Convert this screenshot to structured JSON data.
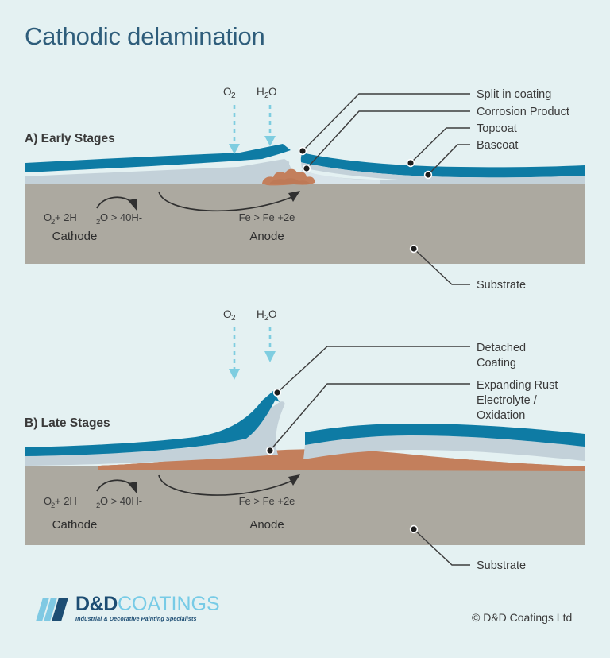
{
  "title": "Cathodic delamination",
  "colors": {
    "background": "#e4f1f2",
    "title": "#2e5d7b",
    "topcoat": "#0e7ba4",
    "basecoat": "#c3d1d9",
    "substrate": "#aca9a0",
    "rust": "#c37f5c",
    "gas_arrow": "#7ecde0",
    "leader": "#3d3d3d",
    "logo_dark": "#1d4d73",
    "logo_light": "#77cbe6"
  },
  "panels": [
    {
      "id": "panel-a",
      "stage_label": "A) Early Stages",
      "gas_labels": [
        {
          "name": "oxygen",
          "base": "O",
          "sub": "2"
        },
        {
          "name": "water",
          "base": "H",
          "sub": "2",
          "tail": "O"
        }
      ],
      "equations": [
        {
          "name": "cathode",
          "parts": [
            {
              "t": "O",
              "sub": false
            },
            {
              "t": "2",
              "sub": true
            },
            {
              "t": " + 2H",
              "sub": false
            },
            {
              "t": "2",
              "sub": true
            },
            {
              "t": "O > 40H-",
              "sub": false
            }
          ],
          "plain": "O2 + 2H2O > 40H-",
          "electrode": "Cathode"
        },
        {
          "name": "anode",
          "parts": [
            {
              "t": "Fe > Fe +2e",
              "sub": false
            }
          ],
          "plain": "Fe > Fe +2e",
          "electrode": "Anode"
        }
      ],
      "callouts": [
        {
          "name": "split-in-coating",
          "label": "Split in coating",
          "lines": [
            "Split in coating"
          ]
        },
        {
          "name": "corrosion-product",
          "label": "Corrosion Product",
          "lines": [
            "Corrosion Product"
          ]
        },
        {
          "name": "topcoat",
          "label": "Topcoat",
          "lines": [
            "Topcoat"
          ]
        },
        {
          "name": "basecoat",
          "label": "Bascoat",
          "lines": [
            "Bascoat"
          ]
        },
        {
          "name": "substrate",
          "label": "Substrate",
          "lines": [
            "Substrate"
          ]
        }
      ]
    },
    {
      "id": "panel-b",
      "stage_label": "B) Late Stages",
      "gas_labels": [
        {
          "name": "oxygen",
          "base": "O",
          "sub": "2"
        },
        {
          "name": "water",
          "base": "H",
          "sub": "2",
          "tail": "O"
        }
      ],
      "equations": [
        {
          "name": "cathode",
          "plain": "O2 + 2H2O > 40H-",
          "electrode": "Cathode"
        },
        {
          "name": "anode",
          "plain": "Fe > Fe +2e",
          "electrode": "Anode"
        }
      ],
      "callouts": [
        {
          "name": "detached-coating",
          "label": "Detached Coating",
          "lines": [
            "Detached",
            "Coating"
          ]
        },
        {
          "name": "expanding-rust",
          "label": "Expanding Rust Electrolyte / Oxidation",
          "lines": [
            "Expanding Rust",
            "Electrolyte /",
            "Oxidation"
          ]
        },
        {
          "name": "substrate",
          "label": "Substrate",
          "lines": [
            "Substrate"
          ]
        }
      ]
    }
  ],
  "footer": {
    "logo_primary": "D&D",
    "logo_secondary": "COATINGS",
    "logo_tagline": "Industrial & Decorative Painting Specialists",
    "copyright": "© D&D Coatings Ltd"
  },
  "text": {
    "a_stage": "A) Early Stages",
    "b_stage": "B) Late Stages",
    "o2": "O",
    "o2_sub": "2",
    "h2o_h": "H",
    "h2o_sub": "2",
    "h2o_o": "O",
    "cathode": "Cathode",
    "anode": "Anode",
    "eq_o": "O",
    "eq_sub2a": "2",
    "eq_mid": " + 2H",
    "eq_sub2b": "2",
    "eq_end": "O > 40H-",
    "eq_anode": "Fe > Fe +2e",
    "split": "Split in coating",
    "corrosion": "Corrosion Product",
    "topcoat": "Topcoat",
    "basecoat": "Bascoat",
    "substrate_a": "Substrate",
    "detached1": "Detached",
    "detached2": "Coating",
    "rust1": "Expanding Rust",
    "rust2": "Electrolyte /",
    "rust3": "Oxidation",
    "substrate_b": "Substrate"
  }
}
